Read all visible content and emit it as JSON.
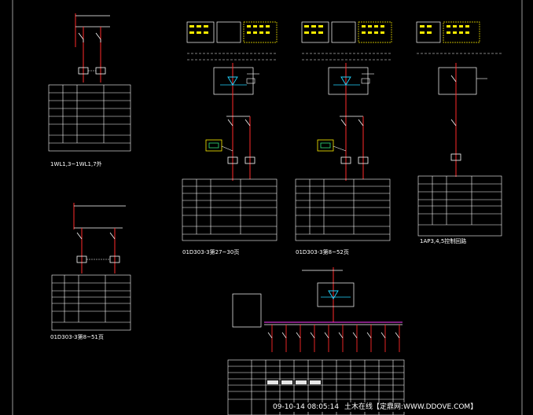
{
  "colors": {
    "background": "#000000",
    "white_line": "#ffffff",
    "red_line": "#ff2a2a",
    "cyan_line": "#23d5ff",
    "yellow": "#ffee00",
    "green": "#33e07a",
    "magenta": "#ff40ff",
    "grey": "#777777"
  },
  "captions": {
    "left_top_ref": "1WL1,3~1WL1,7外",
    "left_bottom_ref": "01D303-3第8~51页",
    "center_left_ref": "01D303-3第27~30页",
    "center_right_ref": "01D303-3第8~52页",
    "right_ref": "1AP3,4,5控制回路"
  },
  "watermark": {
    "timestamp": "09-10-14 08:05:14",
    "site_text": "土木在线【定鼎网:WWW.DDOVE.COM】"
  }
}
